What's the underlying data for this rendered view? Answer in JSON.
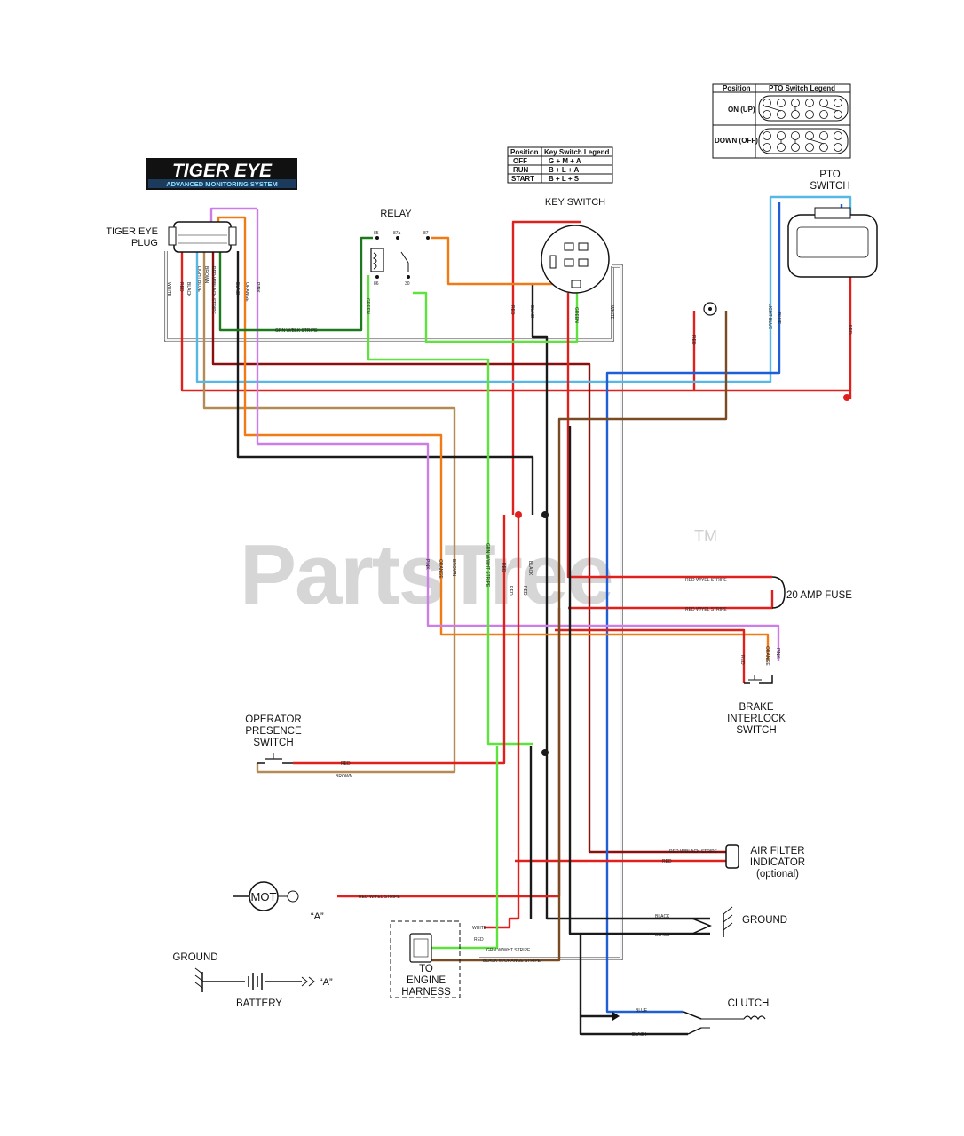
{
  "watermark": {
    "brand": "PartsTree",
    "tm": "TM"
  },
  "logo": {
    "title": "TIGER EYE",
    "subtitle": "ADVANCED MONITORING SYSTEM"
  },
  "components": {
    "tiger_eye_plug": [
      "TIGER EYE",
      "PLUG"
    ],
    "relay": "RELAY",
    "relay_pins": [
      "85",
      "87a",
      "87",
      "86",
      "30"
    ],
    "key_switch": "KEY SWITCH",
    "pto_switch": [
      "PTO",
      "SWITCH"
    ],
    "fuse": "20 AMP FUSE",
    "brake_interlock": [
      "BRAKE",
      "INTERLOCK",
      "SWITCH"
    ],
    "operator_presence": [
      "OPERATOR",
      "PRESENCE",
      "SWITCH"
    ],
    "air_filter": [
      "AIR FILTER",
      "INDICATOR",
      "(optional)"
    ],
    "ground_right": "GROUND",
    "ground_left": "GROUND",
    "battery": "BATTERY",
    "motor": "MOT",
    "ref_a": "“A”",
    "engine_harness": [
      "TO",
      "ENGINE",
      "HARNESS"
    ],
    "clutch": "CLUTCH"
  },
  "key_switch_legend": {
    "headers": [
      "Position",
      "Key Switch Legend"
    ],
    "rows": [
      [
        "OFF",
        "G + M + A"
      ],
      [
        "RUN",
        "B + L + A"
      ],
      [
        "START",
        "B + L + S"
      ]
    ]
  },
  "pto_switch_legend": {
    "headers": [
      "Position",
      "PTO Switch Legend"
    ],
    "rows": [
      "ON (UP)",
      "DOWN (OFF)"
    ]
  },
  "wire_labels": {
    "plug_wires": [
      "WHITE",
      "RED",
      "BLACK",
      "RED W/BLACK STRIPE",
      "BROWN",
      "LIGHT BLUE",
      "BLACK",
      "ORANGE",
      "PINK"
    ],
    "gwb": "GRN W/BLK STRIPE",
    "relay_green": "GREEN",
    "key_red": "RED",
    "key_black": "BLACK",
    "key_green": "GREEN",
    "key_white": "WHITE",
    "pto_lightblue": "LIGHT BLUE",
    "pto_blue": "BLUE",
    "pto_red": "RED",
    "lamp_red": "RED",
    "mid_pink": "PINK",
    "mid_orange": "ORANGE",
    "mid_brown": "BROWN",
    "mid_gws": "GRN W/WHT STRIPE",
    "mid_red1": "RED",
    "mid_red2": "RED",
    "mid_red3": "RED",
    "mid_black": "BLACK",
    "fuse_top": "RED W/YEL STRIPE",
    "fuse_bottom": "RED W/YEL STRIPE",
    "brake_red": "RED",
    "brake_orange": "ORANGE",
    "brake_pink": "PINK",
    "ops_red": "RED",
    "ops_brown": "BROWN",
    "af_rbs": "RED W/BLACK STRIPE",
    "af_red": "RED",
    "mot_rys": "RED W/YEL STRIPE",
    "gnd_black1": "BLACK",
    "gnd_black2": "BLACK",
    "eng_white": "WHITE",
    "eng_red": "RED",
    "eng_gws": "GRN W/WHT STRIPE",
    "eng_bos": "BLACK W/ORANGE STRIPE",
    "cl_blue": "BLUE",
    "cl_black": "BLACK"
  },
  "colors": {
    "red": "#e0201c",
    "black": "#1a1a1a",
    "brown": "#b48a55",
    "lightblue": "#56b8e6",
    "blue": "#1f5fd6",
    "green": "#5ee23e",
    "darkgreen": "#1c7a1c",
    "orange": "#f07a16",
    "pink": "#cc7ee8",
    "white": "#f3f3f3",
    "maroon": "#8a1010",
    "darkbrown": "#7a4a22"
  }
}
